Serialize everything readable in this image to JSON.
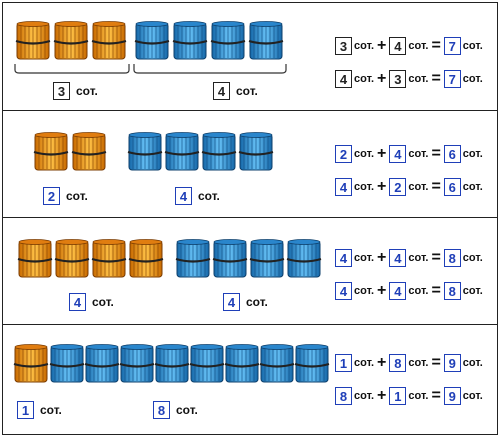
{
  "unit": "сот.",
  "plus": "+",
  "equals": "=",
  "colors": {
    "orange": "#f39a1a",
    "blue": "#2d8fd6",
    "accent": "#1f3fb8"
  },
  "rows": [
    {
      "left": "3",
      "right": "4",
      "eq1": {
        "a": "3",
        "b": "4",
        "c": "7"
      },
      "eq2": {
        "a": "4",
        "b": "3",
        "c": "7"
      }
    },
    {
      "left": "2",
      "right": "4",
      "eq1": {
        "a": "2",
        "b": "4",
        "c": "6"
      },
      "eq2": {
        "a": "4",
        "b": "2",
        "c": "6"
      }
    },
    {
      "left": "4",
      "right": "4",
      "eq1": {
        "a": "4",
        "b": "4",
        "c": "8"
      },
      "eq2": {
        "a": "4",
        "b": "4",
        "c": "8"
      }
    },
    {
      "left": "1",
      "right": "8",
      "eq1": {
        "a": "1",
        "b": "8",
        "c": "9"
      },
      "eq2": {
        "a": "8",
        "b": "1",
        "c": "9"
      }
    }
  ]
}
